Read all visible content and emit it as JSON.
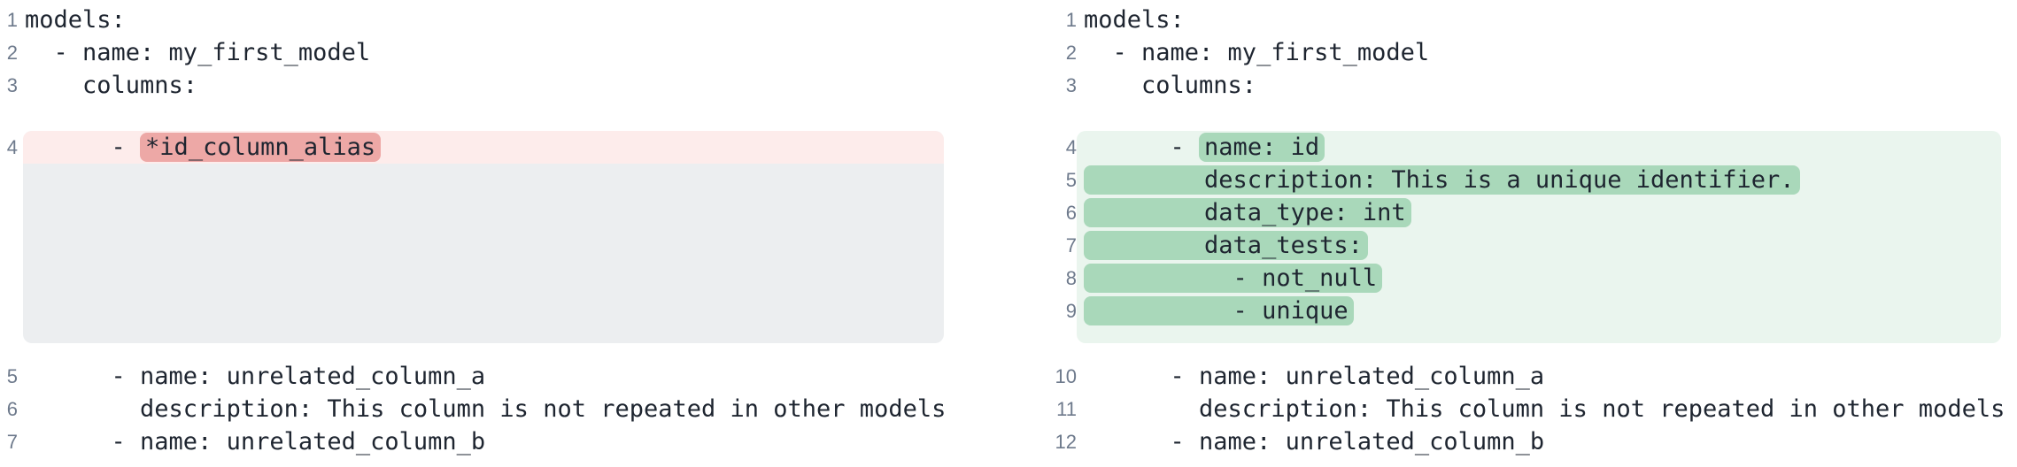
{
  "colors": {
    "background": "#ffffff",
    "code_text": "#1e2530",
    "line_number": "#6e7a8c",
    "removed_line_bg": "#fdeceb",
    "removed_token_bg": "#eda8a6",
    "added_line_bg": "#eaf5ee",
    "added_token_bg": "#a9d8ba",
    "collapsed_region_bg": "#eceef0"
  },
  "diff": {
    "left_pane": {
      "lines_before": [
        {
          "num": "1",
          "text": "models:"
        },
        {
          "num": "2",
          "text": "  - name: my_first_model"
        },
        {
          "num": "3",
          "text": "    columns:"
        }
      ],
      "hunk": {
        "type": "removed",
        "lines": [
          {
            "num": "4",
            "pre": "      - ",
            "token": "*id_column_alias",
            "post": ""
          }
        ],
        "has_collapsed_filler": true
      },
      "lines_after": [
        {
          "num": "5",
          "text": "      - name: unrelated_column_a"
        },
        {
          "num": "6",
          "text": "        description: This column is not repeated in other models"
        },
        {
          "num": "7",
          "text": "      - name: unrelated_column_b"
        }
      ]
    },
    "right_pane": {
      "lines_before": [
        {
          "num": "1",
          "text": "models:"
        },
        {
          "num": "2",
          "text": "  - name: my_first_model"
        },
        {
          "num": "3",
          "text": "    columns:"
        }
      ],
      "hunk": {
        "type": "added",
        "lines": [
          {
            "num": "4",
            "pre": "      - ",
            "token": "name: id",
            "post": ""
          },
          {
            "num": "5",
            "pre": "",
            "token": "        description: This is a unique identifier.",
            "post": ""
          },
          {
            "num": "6",
            "pre": "",
            "token": "        data_type: int",
            "post": ""
          },
          {
            "num": "7",
            "pre": "",
            "token": "        data_tests:",
            "post": ""
          },
          {
            "num": "8",
            "pre": "",
            "token": "          - not_null",
            "post": ""
          },
          {
            "num": "9",
            "pre": "",
            "token": "          - unique",
            "post": ""
          }
        ],
        "has_collapsed_filler": false
      },
      "lines_after": [
        {
          "num": "10",
          "text": "      - name: unrelated_column_a"
        },
        {
          "num": "11",
          "text": "        description: This column is not repeated in other models"
        },
        {
          "num": "12",
          "text": "      - name: unrelated_column_b"
        }
      ]
    }
  }
}
